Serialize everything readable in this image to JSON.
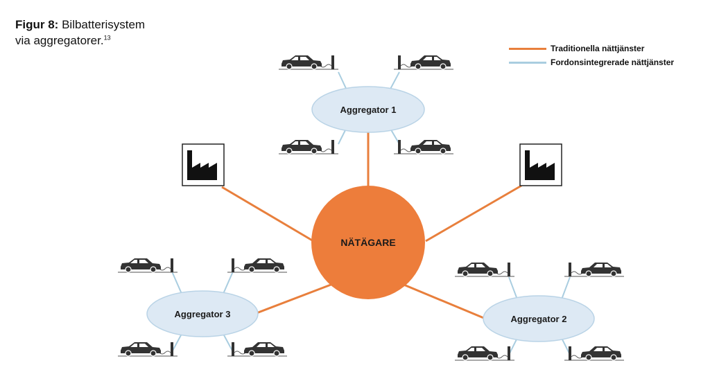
{
  "title": {
    "label": "Figur 8:",
    "text": "Bilbatterisystem",
    "line2": "via aggregatorer.",
    "footnote": "13"
  },
  "legend": [
    {
      "label": "Traditionella nättjänster",
      "color": "#e87f3c"
    },
    {
      "label": "Fordonsintegrerade nättjänster",
      "color": "#a9cde0"
    }
  ],
  "hub": {
    "label": "NÄTÄGARE",
    "color": "#ed7d3b"
  },
  "aggregators": [
    {
      "label": "Aggregator 1"
    },
    {
      "label": "Aggregator 2"
    },
    {
      "label": "Aggregator 3"
    }
  ],
  "colors": {
    "aggregator_fill": "#dde9f4",
    "aggregator_stroke": "#b9d3e6",
    "icon": "#333333",
    "ground": "#8c8c8c"
  },
  "icons": {
    "car": "car-charging-icon",
    "factory": "factory-icon"
  }
}
